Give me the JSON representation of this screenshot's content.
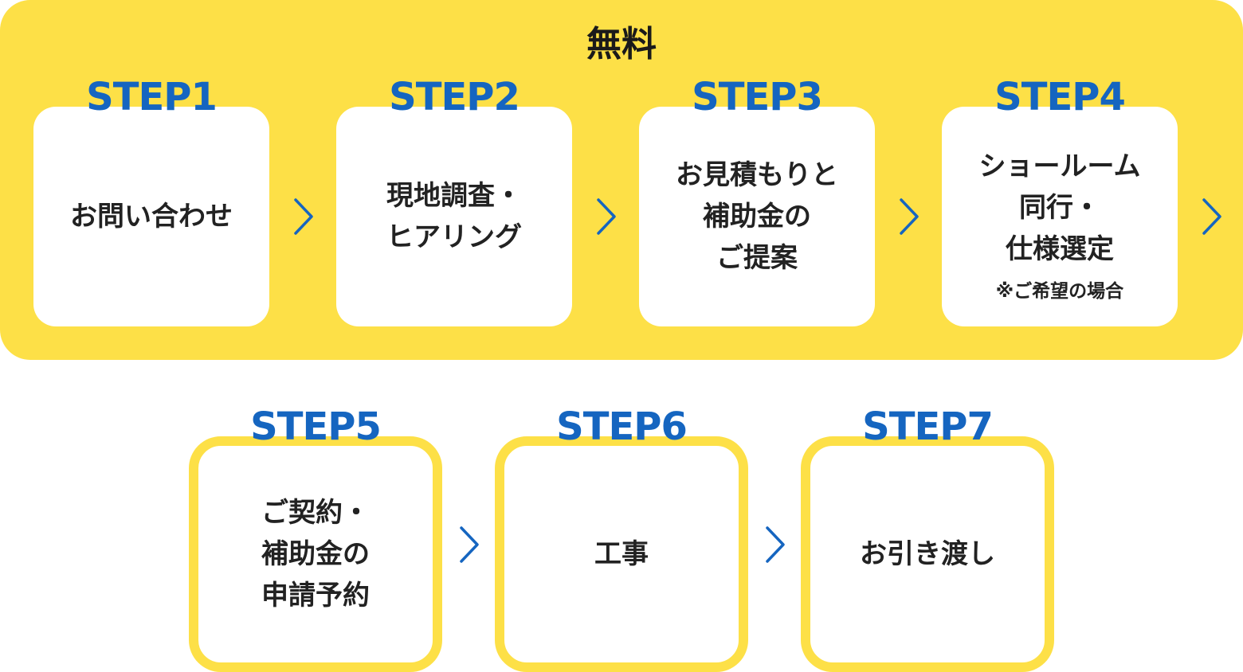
{
  "colors": {
    "panel_yellow": "#fde047",
    "step_blue": "#1565c0",
    "text_dark": "#222222",
    "card_white": "#ffffff"
  },
  "free_label": "無料",
  "steps": [
    {
      "label": "STEP1",
      "lines": [
        "お問い合わせ"
      ],
      "note": ""
    },
    {
      "label": "STEP2",
      "lines": [
        "現地調査・",
        "ヒアリング"
      ],
      "note": ""
    },
    {
      "label": "STEP3",
      "lines": [
        "お見積もりと",
        "補助金の",
        "ご提案"
      ],
      "note": ""
    },
    {
      "label": "STEP4",
      "lines": [
        "ショールーム",
        "同行・",
        "仕様選定"
      ],
      "note": "※ご希望の場合"
    },
    {
      "label": "STEP5",
      "lines": [
        "ご契約・",
        "補助金の",
        "申請予約"
      ],
      "note": ""
    },
    {
      "label": "STEP6",
      "lines": [
        "工事"
      ],
      "note": ""
    },
    {
      "label": "STEP7",
      "lines": [
        "お引き渡し"
      ],
      "note": ""
    }
  ],
  "arrow_icon": "chevron-right-icon"
}
